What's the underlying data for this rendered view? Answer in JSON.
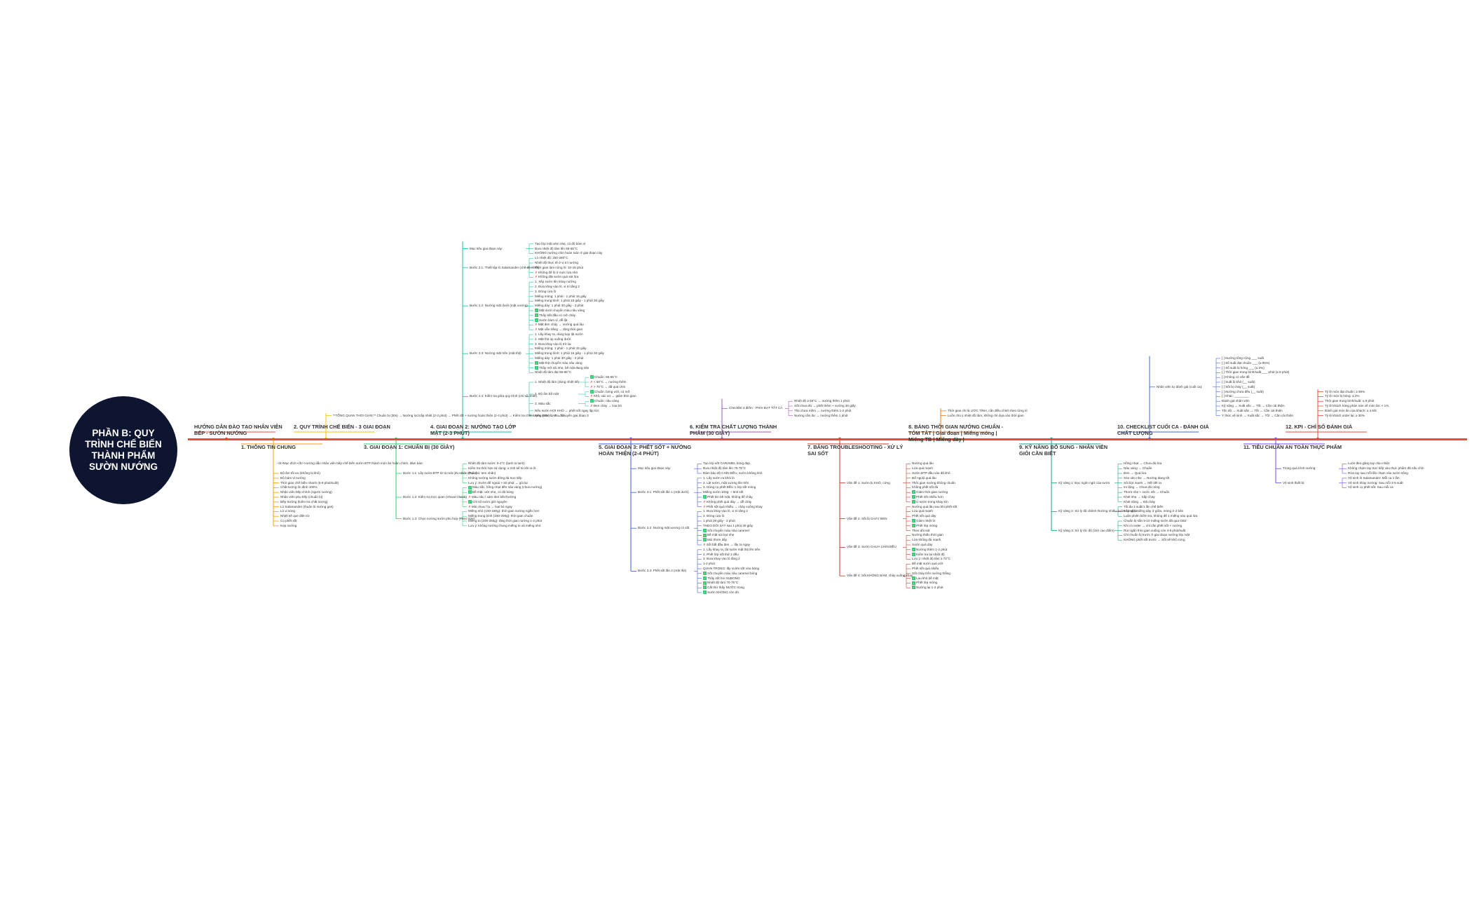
{
  "title": "PHẦN B: QUY TRÌNH CHẾ BIẾN THÀNH PHẨM SƯỜN NƯỚNG",
  "colors": {
    "root": "#0d1530",
    "timeline": "#e74c3c",
    "branches": [
      "#e74c3c",
      "#f39c12",
      "#f1c40f",
      "#2ecc71",
      "#1abc9c",
      "#3b5bdb",
      "#9b59b6",
      "#c0392b",
      "#e67e22",
      "#16a085",
      "#4263eb",
      "#7048e8"
    ]
  },
  "branches": [
    {
      "label": "HƯỚNG DẪN ĐÀO TẠO NHÂN VIÊN BẾP - SƯỜN NƯỚNG",
      "children": []
    },
    {
      "label": "1. THÔNG TIN CHUNG",
      "intro": "<b>Mục đích:</b> Hướng dẫn nhân viên bếp chế biến sườn BTP thành món ăn hoàn chỉnh, đảm bảo:",
      "children": [
        {
          "text": "Độ ấm tối ưu (không bị khô)"
        },
        {
          "text": "Độ bám vỉ nướng"
        },
        {
          "text": "Thời gian chế biến nhanh (6-8 phút/suất)"
        },
        {
          "text": "Chất lượng ổn định 100%"
        },
        {
          "text": "Nhận viên bếp chính (người nướng)"
        },
        {
          "text": "Nhân viên phụ bếp (chuẩn bị)"
        },
        {
          "text": "Bếp trưởng (kiểm tra chất lượng)"
        },
        {
          "text": "Lò Salamander (thuận lò nướng gas)"
        },
        {
          "text": "Lò vi sóng"
        },
        {
          "text": "Nhiệt kế que điện tử"
        },
        {
          "text": "Cọ phết sốt"
        },
        {
          "text": "Kẹp nướng"
        }
      ]
    },
    {
      "label": "2. QUY TRÌNH CHẾ BIẾN - 3 GIAI ĐOẠN",
      "children": [
        {
          "text": "**TỔNG QUAN THỜI GIAN:** Chuẩn bị (30s) → Nướng lọc/cấp nhiệt (2-3 phút) → Phết sốt + nướng hoàn thiện (2-4 phút) → Kiểm tra chất lượng (30s) → Ra đĩa"
        }
      ]
    },
    {
      "label": "3. GIAI ĐOẠN 1: CHUẨN BỊ (30 GIÂY)",
      "children": [
        {
          "text": "Bước 1.1: Lấy sườn BTP từ tủ mát (đo nhiệt chuẩn)",
          "children": [
            {
              "text": "Nhiệt độ tâm sườn: 0-4°C (lạnh tủ lạnh)"
            },
            {
              "text": "Kiểm tra thời hạn sử dụng: ≤ 24h kể từ khi ra lò"
            },
            {
              "text": "(Tự chủ: tem nhãn)"
            },
            {
              "text": "Không nướng sườn đông đá trực tiếp"
            },
            {
              "text": "Lưu ý: Sườn để ngoài > 30 phút → gói lại"
            }
          ]
        },
        {
          "text": "Bước 1.2: Kiểm tra trực quan (Visual Check)",
          "children": [
            {
              "text": "Màu sắc: hồng nhạt đến nâu vàng (chưa nướng)",
              "mark": "ok"
            },
            {
              "text": "Bề mặt: ướt nhẹ, có độ bóng",
              "mark": "ok"
            },
            {
              "text": "Màu nâu / xám đen bất thường",
              "mark": "no"
            },
            {
              "text": "Chỉ số sườn giữ nguyên",
              "mark": "ok"
            },
            {
              "text": "Mùi chua / lạ → loại bỏ ngay",
              "mark": "no"
            }
          ]
        },
        {
          "text": "Bước 1.3: Chọn nướng sườn phù hợp (Theo size)",
          "children": [
            {
              "text": "Miếng nhỏ (100-150g): thời gian nướng ngắn hơn"
            },
            {
              "text": "Miếng trung bình (150-200g): thời gian chuẩn"
            },
            {
              "text": "Miếng to (200-250g): tăng thời gian nướng 1-2 phút"
            },
            {
              "text": "Lưu ý: không nướng chung miếng to và miếng nhỏ"
            }
          ]
        }
      ]
    },
    {
      "label": "4. GIAI ĐOẠN 2: NƯỚNG TẠO LỚP MẶT (2-3 PHÚT)",
      "children": [
        {
          "text": "Mục tiêu giai đoạn này:",
          "children": [
            {
              "text": "Tạo lớp mặt xém nhẹ, có độ bám vỉ"
            },
            {
              "text": "Đưa nhiệt độ tâm lên 55-65°C"
            },
            {
              "text": "KHÔNG nướng chín hoàn toàn ở giai đoạn này"
            }
          ]
        },
        {
          "text": "Bước 2.1: Thiết lập lò Salamander (chế độ nhiệt)",
          "children": [
            {
              "text": "Lò nhiệt độ: 250-280°C"
            },
            {
              "text": "Nhiệt độ thực tế ở vị trí nướng"
            },
            {
              "text": "Thời gian làm nóng lò: 10-15 phút"
            },
            {
              "text": "Không để lò ở mức lửa nhỏ",
              "mark": "no"
            },
            {
              "text": "Không đặt sườn quá sát lửa",
              "mark": "no"
            }
          ]
        },
        {
          "text": "Bước 2.2: Nướng mặt dưới (mặt xương)",
          "children": [
            {
              "text": "1. Xếp sườn lên khay nướng"
            },
            {
              "text": "2. Đưa khay vào lò, vị trí tầng 2"
            },
            {
              "text": "3. Đóng cửa lò"
            },
            {
              "text": "Miếng mỏng: 1 phút - 1 phút 15 giây"
            },
            {
              "text": "Miếng trung bình: 1 phút 15 giây - 1 phút 30 giây"
            },
            {
              "text": "Miếng dày: 1 phút 30 giây - 2 phút"
            },
            {
              "text": "Mặt dưới chuyển màu nâu vàng",
              "mark": "ok"
            },
            {
              "text": "Thấy bắt đầu có mỡ chảy",
              "mark": "ok"
            },
            {
              "text": "Sườn bám vỉ, dễ lật",
              "mark": "ok"
            },
            {
              "text": "Mặt đen cháy → nướng quá lâu",
              "mark": "no"
            },
            {
              "text": "Mặt vẫn trắng → tăng thời gian",
              "mark": "no"
            }
          ]
        },
        {
          "text": "Bước 2.3: Nướng mặt trên (mặt thịt)",
          "children": [
            {
              "text": "1. Lấy khay ra, dùng kẹp lật sườn"
            },
            {
              "text": "2. Mặt thịt úp xuống dưới"
            },
            {
              "text": "3. Đưa khay vào lò trở lại"
            },
            {
              "text": "Miếng mỏng: 1 phút - 1 phút 15 giây"
            },
            {
              "text": "Miếng trung bình: 1 phút 15 giây - 1 phút 30 giây"
            },
            {
              "text": "Miếng dày: 1 phút 30 giây - 2 phút"
            },
            {
              "text": "Mặt thịt chuyển màu nâu vàng",
              "mark": "ok"
            },
            {
              "text": "Thấy mỡ sôi nhẹ, bề mặt đang săn",
              "mark": "ok"
            },
            {
              "text": "Nhiệt độ tâm đạt 55-65°C"
            }
          ]
        },
        {
          "text": "Bước 2.4: Kiểm tra giữa quy trình (chỉ số nhiệt)",
          "children": [
            {
              "text": "1. Nhiệt độ tâm (dùng nhiệt kế)",
              "children": [
                {
                  "text": "Chuẩn: 55-65°C",
                  "mark": "ok"
                },
                {
                  "text": "< 50°C → nướng thêm",
                  "mark": "no"
                },
                {
                  "text": "> 70°C → đã quá chín",
                  "mark": "no"
                }
              ]
            },
            {
              "text": "2. Độ ẩm bề mặt",
              "children": [
                {
                  "text": "Chuẩn: bóng ướt, có mỡ",
                  "mark": "ok"
                },
                {
                  "text": "Khô, xác xơ → giảm thời gian",
                  "mark": "no"
                }
              ]
            },
            {
              "text": "3. Màu sắc",
              "children": [
                {
                  "text": "Chuẩn: nâu vàng",
                  "mark": "ok"
                },
                {
                  "text": "Đen cháy → loại bỏ",
                  "mark": "no"
                }
              ]
            },
            {
              "text": "Nếu sườn HƠI KHÔ → phết sốt ngay lập tức"
            },
            {
              "text": "Nếu sườn ĐẠT → chuyển giai đoạn 3"
            }
          ]
        }
      ]
    },
    {
      "label": "5. GIAI ĐOẠN 3: PHẾT SỐT + NƯỚNG HOÀN THIỆN (2-4 PHÚT)",
      "children": [
        {
          "text": "Mục tiêu giai đoạn này:",
          "children": [
            {
              "text": "Tạo lớp sốt CARAMEL bóng đẹp"
            },
            {
              "text": "Đưa nhiệt độ tâm lên 70-75°C"
            },
            {
              "text": "Đảm bảo độ CHÍN ĐỀU, sườn không khô"
            }
          ]
        },
        {
          "text": "Bước 3.1: Phết sốt lần 1 (mặt dưới)",
          "children": [
            {
              "text": "1. Lấy sườn ra khỏi lò"
            },
            {
              "text": "2. Lật sườn, mặt xương lên trên"
            },
            {
              "text": "3. Dùng cọ phết ĐỀU 1 lớp sốt mỏng"
            },
            {
              "text": "Miếng sườn 100g: ~ 5ml sốt"
            },
            {
              "text": "Phết kín bề mặt, không để chảy",
              "mark": "ok"
            },
            {
              "text": "Không phết quá dày → dễ cháy",
              "mark": "no"
            },
            {
              "text": "Phết sốt quá nhiều → chảy xuống khay",
              "mark": "no"
            }
          ]
        },
        {
          "text": "Bước 3.2: Nướng mặt xương có sốt",
          "children": [
            {
              "text": "1. Đưa khay vào lò, vị trí tầng 2"
            },
            {
              "text": "2. Đóng cửa lò"
            },
            {
              "text": "1 phút 30 giây - 2 phút"
            },
            {
              "text": "THEO DÕI SÁT sau 1 phút 30 giây"
            },
            {
              "text": "Sốt chuyển màu nâu caramel",
              "mark": "ok"
            },
            {
              "text": "Bề mặt sủi bọt nhẹ",
              "mark": "ok"
            },
            {
              "text": "Mùi thơm dậy",
              "mark": "ok"
            },
            {
              "text": "Sốt bắt đầu đen → lấy ra ngay",
              "mark": "no"
            }
          ]
        },
        {
          "text": "Bước 3.3: Phết sốt lần 2 (mặt thịt)",
          "children": [
            {
              "text": "1. Lấy khay ra, lật sườn mặt thịt lên trên"
            },
            {
              "text": "2. Phết lớp sốt thứ 2 đều"
            },
            {
              "text": "3. Đưa khay vào lò tầng 2"
            },
            {
              "text": "1-2 phút"
            },
            {
              "text": "QUAN TRỌNG: lấy ra khi sốt vừa bóng"
            },
            {
              "text": "Sốt chuyển màu nâu caramel bóng",
              "mark": "ok"
            },
            {
              "text": "Thấy sốt hơi SUBONG",
              "mark": "ok"
            },
            {
              "text": "Nhiệt độ tâm 70-75°C",
              "mark": "ok"
            },
            {
              "text": "Cắt thử thấy NƯỚC trong",
              "mark": "ok"
            },
            {
              "text": "Sườn KHÔNG còn đỏ",
              "mark": "ok"
            }
          ]
        }
      ]
    },
    {
      "label": "6. KIỂM TRA CHẤT LƯỢNG THÀNH PHẨM (30 GIÂY)",
      "children": [
        {
          "text": "Checklist 3 điểm - PHẢI ĐẠT TẤT CẢ",
          "children": [
            {
              "text": "Nhiệt độ ≥ 65°C → nướng thêm 1 phút"
            },
            {
              "text": "Sốt chưa đủ → phết thêm + nướng 30 giây"
            },
            {
              "text": "Thịt chưa mềm → nướng thêm 1-2 phút"
            },
            {
              "text": "Nướng cần dư → nướng thêm 1 phút"
            }
          ]
        }
      ]
    },
    {
      "label": "7. BẢNG TROUBLESHOOTING - XỬ LÝ SAI SÓT",
      "children": [
        {
          "text": "Vấn đề 1: Sườn bị KHÔ, cứng",
          "children": [
            {
              "text": "Nướng quá lâu"
            },
            {
              "text": "Lửa quá mạnh"
            },
            {
              "text": "Sườn BTP đầu vào đã khô"
            },
            {
              "text": "Để nguội quá lâu"
            },
            {
              "text": "Thời gian nướng không chuẩn"
            },
            {
              "text": "Không phết sốt đủ"
            },
            {
              "text": "Giảm thời gian nướng",
              "mark": "ok"
            },
            {
              "text": "Phết sốt nhiều hơn",
              "mark": "ok"
            },
            {
              "text": "Ủ sườn trong khay kín",
              "mark": "ok"
            }
          ]
        },
        {
          "text": "Vấn đề 2: Sốt bị CHÁY ĐEN",
          "children": [
            {
              "text": "Nướng quá lâu sau khi phết sốt"
            },
            {
              "text": "Lửa quá mạnh"
            },
            {
              "text": "Phết sốt quá dày"
            },
            {
              "text": "Giảm nhiệt lò",
              "mark": "ok"
            },
            {
              "text": "Phết lớp mỏng",
              "mark": "ok"
            },
            {
              "text": "Theo dõi sát"
            }
          ]
        },
        {
          "text": "Vấn đề 3: Sườn CHƯA CHÍN ĐỀU",
          "children": [
            {
              "text": "Nướng thiếu thời gian"
            },
            {
              "text": "Lửa không đủ mạnh"
            },
            {
              "text": "Sườn quá dày"
            },
            {
              "text": "Nướng thêm 1-2 phút",
              "mark": "ok"
            },
            {
              "text": "Kiểm tra lại nhiệt độ",
              "mark": "ok"
            },
            {
              "text": "Lưu ý: nhiệt độ tâm ≥ 70°C"
            }
          ]
        },
        {
          "text": "Vấn đề 4: Sốt KHÔNG BÁM, chảy xuống khay",
          "children": [
            {
              "text": "Bề mặt sườn quá ướt"
            },
            {
              "text": "Phết sốt quá nhiều"
            },
            {
              "text": "Sốt chảy trên nướng thẳng"
            },
            {
              "text": "Lau khô bề mặt",
              "mark": "ok"
            },
            {
              "text": "Phết lớp mỏng",
              "mark": "ok"
            },
            {
              "text": "Nướng lại 1-2 phút",
              "mark": "ok"
            }
          ]
        }
      ]
    },
    {
      "label": "8. BẢNG THỜI GIAN NƯỚNG CHUẨN - TÓM TẮT | Giai đoạn | Miếng mỏng | Miếng TB | Miếng dày |",
      "children": [
        {
          "text": "Thời gian chỉ là ƯỚC TÍNH, cần điều chỉnh theo từng lò"
        },
        {
          "text": "Luôn chú ý nhiệt độ tâm, không chỉ dựa vào thời gian"
        }
      ]
    },
    {
      "label": "9. KỸ NĂNG BỔ SUNG - NHÂN VIÊN GIỎI CẦN BIẾT",
      "children": [
        {
          "text": "Kỹ năng 1: Đọc ngôn ngữ của sườn",
          "children": [
            {
              "text": "Hồng nhạt → Chưa đủ lửa"
            },
            {
              "text": "Nâu vàng → Chuẩn"
            },
            {
              "text": "Đen → Quá lửa"
            },
            {
              "text": "Xèo xèo nhẹ → Nướng đang tốt"
            },
            {
              "text": "Sôi bọt mạnh → Mỡ tiết ra"
            },
            {
              "text": "Im lặng → Chưa đủ nóng"
            },
            {
              "text": "Thơm nhẹ + nước sốt → Chuẩn"
            },
            {
              "text": "Khét nhẹ → Sắp cháy"
            },
            {
              "text": "Khét nặng → Đã cháy"
            }
          ]
        },
        {
          "text": "Kỹ năng 2: Xử lý độ chênh thường nhiều sườn cùng lúc",
          "children": [
            {
              "text": "Tối đa 3 suất/1 lần chế biến"
            },
            {
              "text": "Sắp xếp miếng dày ở giữa, mỏng ở 2 bên"
            },
            {
              "text": "Luân phiên kiểm tra, không để 1 miếng nào quá lửa"
            }
          ]
        },
        {
          "text": "Kỹ năng 3: Xử lý tốc độ (Giờ cao điểm)",
          "children": [
            {
              "text": "Chuẩn bị sẵn 5-10 miếng sườn đã qua GĐ2"
            },
            {
              "text": "Khi có order → chỉ cần phết sốt + nướng"
            },
            {
              "text": "Rút ngắn thời gian xuống còn 4-5 phút/suất"
            },
            {
              "text": "Chỉ chuẩn bị trước ở giai đoạn nướng lớp mặt"
            },
            {
              "text": "KHÔNG phết sốt trước → Sốt sẽ khô cứng"
            }
          ]
        }
      ]
    },
    {
      "label": "10. CHECKLIST CUỐI CA - ĐÁNH GIÁ CHẤT LƯỢNG",
      "children": [
        {
          "text": "Nhân viên tự đánh giá (cuối ca):",
          "children": [
            {
              "text": "[ ] Nướng tổng cộng ___ suất"
            },
            {
              "text": "[ ] Số suất đạt chuẩn ___ (≥ 95%)"
            },
            {
              "text": "[ ] Số suất bị hỏng ___ (≤ 2%)"
            },
            {
              "text": "[ ] Thời gian trung bình/suất ___ phút (≤ 8 phút)"
            },
            {
              "text": "[ ] Không có vấn đề"
            },
            {
              "text": "[ ] Suất bị khô (__ suất)"
            },
            {
              "text": "[ ] Sốt bị cháy (__ suất)"
            },
            {
              "text": "[ ] Nướng chưa đều (__ suất)"
            },
            {
              "text": "[ ] Khác: ________"
            },
            {
              "text": "Đánh giá nhân viên"
            },
            {
              "text": "Kỹ năng → Xuất sắc → Tốt → Cần cải thiện"
            },
            {
              "text": "Tốc độ → Xuất sắc → Tốt → Cần cải thiện"
            },
            {
              "text": "Ý thức vệ sinh → Xuất sắc → Tốt → Cần cải thiện"
            }
          ]
        }
      ]
    },
    {
      "label": "11. TIÊU CHUẨN AN TOÀN THỰC PHẨM",
      "children": [
        {
          "text": "Trong quá trình nướng:",
          "children": [
            {
              "text": "Luôn đeo găng tay chịu nhiệt"
            },
            {
              "text": "Không chạm tay trực tiếp vào thực phẩm đã nấu chín"
            },
            {
              "text": "Rửa tay sau mỗi lần chạm vào sườn sống"
            }
          ]
        },
        {
          "text": "Vệ sinh thiết bị:",
          "children": [
            {
              "text": "Vệ sinh lò Salamander: Mỗi ca 1 lần"
            },
            {
              "text": "Vệ sinh khay nướng: Sau mỗi 3-5 suất"
            },
            {
              "text": "Vệ sinh cọ phết sốt: Sau mỗi ca"
            }
          ]
        }
      ]
    },
    {
      "label": "12. KPI - CHỈ SỐ ĐÁNH GIÁ",
      "children": [
        {
          "text": "Tỷ lệ món đạt chuẩn: ≥ 95%"
        },
        {
          "text": "Tỷ lệ món bị hỏng: ≤ 2%"
        },
        {
          "text": "Thời gian trung bình/suất: ≤ 8 phút"
        },
        {
          "text": "Tỷ lệ khách hàng phàn nàn về món ăn: < 1%"
        },
        {
          "text": "Đánh giá món ăn của khách: ≥ 4.5/5"
        },
        {
          "text": "Tỷ lệ khách order lại: ≥ 30%"
        }
      ]
    }
  ]
}
